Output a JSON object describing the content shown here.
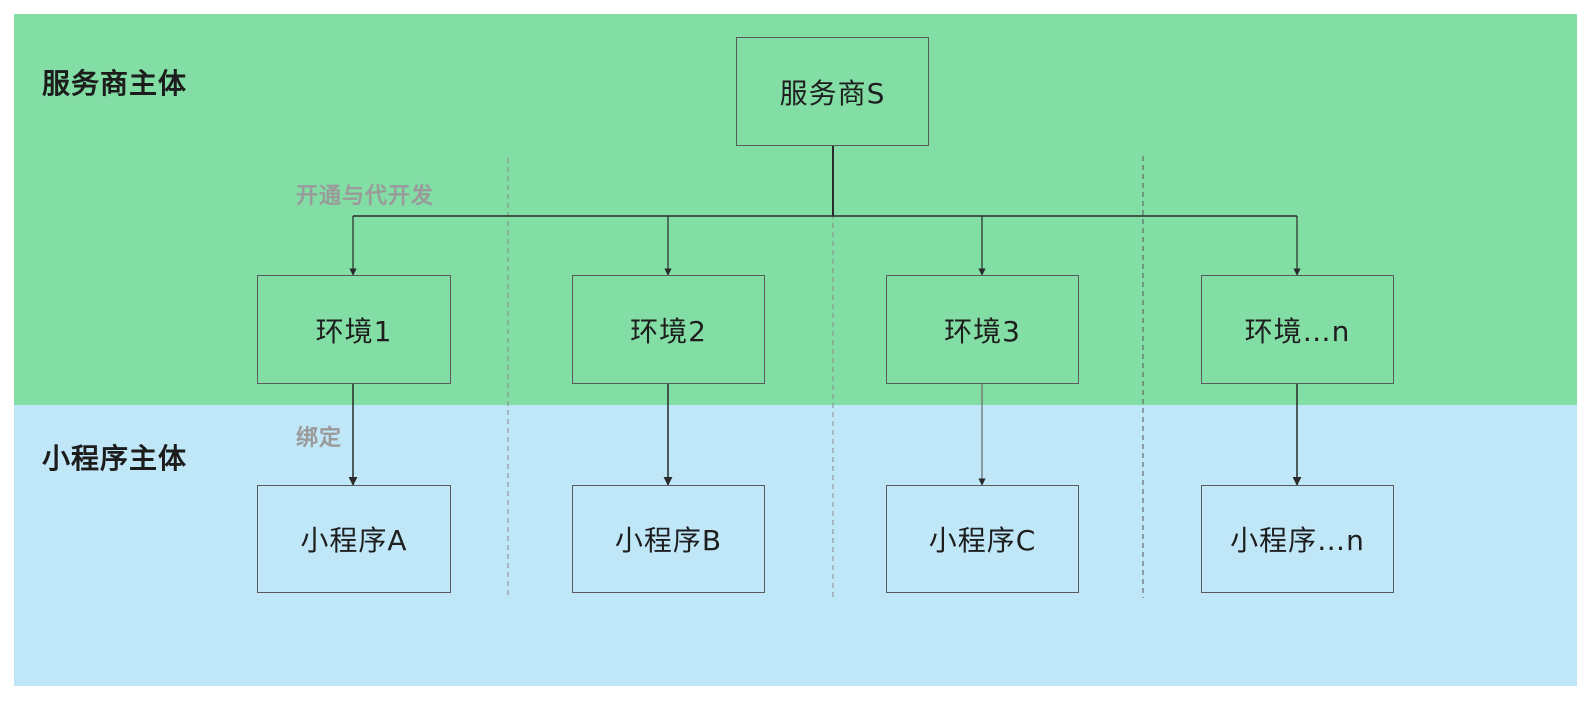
{
  "colors": {
    "provider_zone": "#82dea4",
    "miniprogram_zone": "#c0e7f8",
    "edge_label": "#9a9a9a",
    "border": "#5a5a5a"
  },
  "zones": {
    "provider": {
      "title": "服务商主体"
    },
    "miniprogram": {
      "title": "小程序主体"
    }
  },
  "edges": {
    "open_label": "开通与代开发",
    "bind_label": "绑定"
  },
  "nodes": {
    "provider": "服务商S",
    "environments": [
      "环境1",
      "环境2",
      "环境3",
      "环境…n"
    ],
    "miniprograms": [
      "小程序A",
      "小程序B",
      "小程序C",
      "小程序…n"
    ]
  }
}
